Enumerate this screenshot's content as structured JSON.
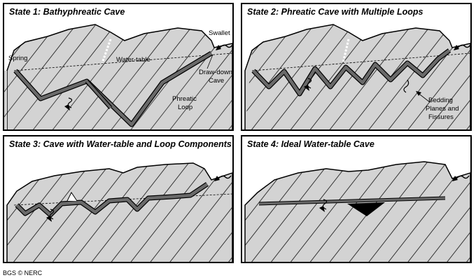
{
  "panels": [
    {
      "title": "State 1:  Bathyphreatic Cave"
    },
    {
      "title": "State 2:  Phreatic Cave with Multiple Loops"
    },
    {
      "title": "State 3:  Cave with Water-table and Loop Components"
    },
    {
      "title": "State 4:  Ideal Water-table Cave"
    }
  ],
  "labels": {
    "spring": "Spring",
    "water_table": "Water-table",
    "swallet": "Swallet",
    "drawdown_1": "Draw-down",
    "drawdown_2": "Cave",
    "phreatic_1": "Phreatic",
    "phreatic_2": "Loop",
    "bedding_1": "Bedding",
    "bedding_2": "Planes and",
    "bedding_3": "Fissures"
  },
  "credit": "BGS © NERC",
  "colors": {
    "rock": "#d3d3d3",
    "cave": "#6a6a6a",
    "outline": "#000000",
    "background": "#ffffff"
  }
}
